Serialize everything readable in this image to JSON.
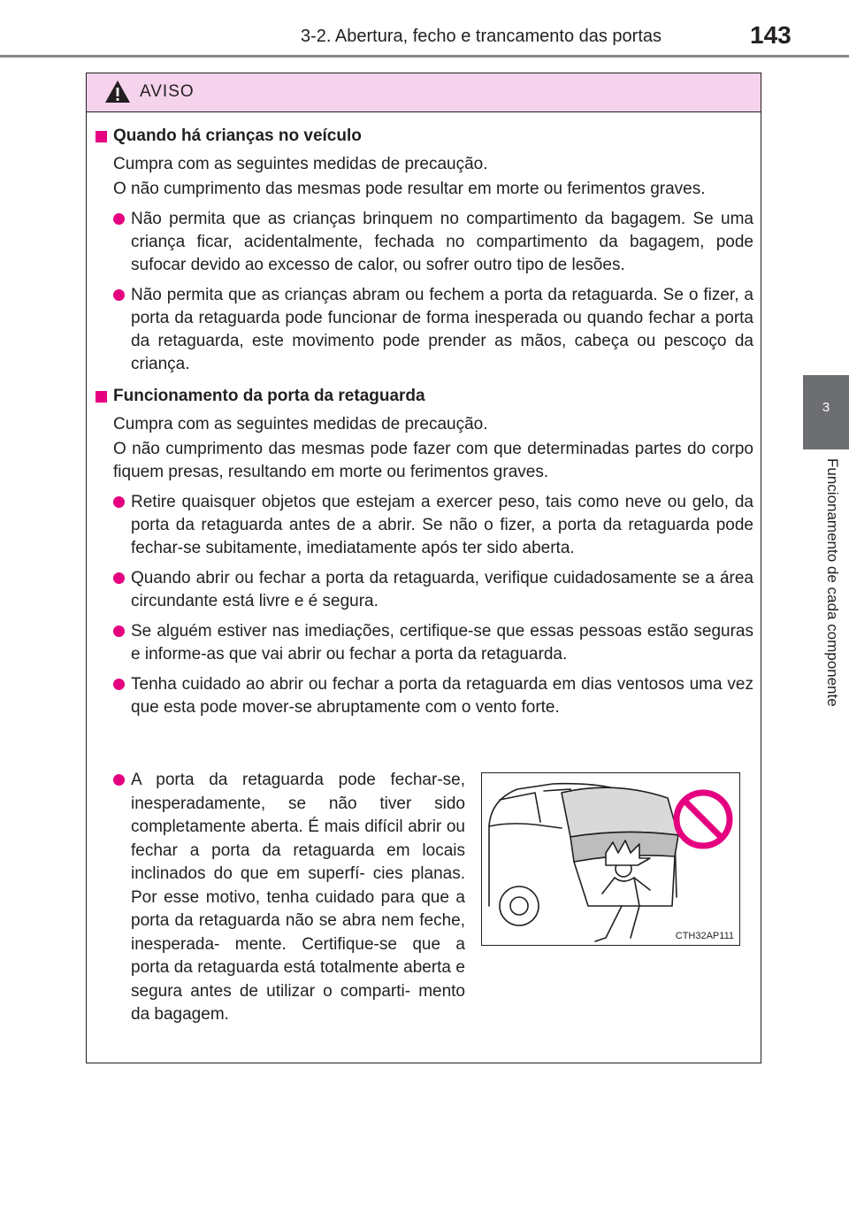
{
  "header": {
    "title": "3-2. Abertura, fecho e trancamento das portas",
    "page_number": "143"
  },
  "side_tab": {
    "chapter": "3",
    "label": "Funcionamento de cada componente"
  },
  "warning": {
    "label": "AVISO",
    "sections": [
      {
        "heading": "Quando há crianças no veículo",
        "intro": [
          "Cumpra com as seguintes medidas de precaução.",
          "O não cumprimento das mesmas pode resultar em morte ou ferimentos graves."
        ],
        "bullets": [
          "Não permita que as crianças brinquem no compartimento da bagagem. Se uma criança ficar, acidentalmente, fechada no compartimento da bagagem, pode sufocar devido ao excesso de calor, ou sofrer outro tipo de lesões.",
          "Não permita que as crianças abram ou fechem a porta da retaguarda. Se o fizer, a porta da retaguarda pode funcionar de forma inesperada ou quando fechar a porta da retaguarda, este movimento pode prender as mãos, cabeça ou pescoço da criança."
        ]
      },
      {
        "heading": "Funcionamento da porta da retaguarda",
        "intro": [
          "Cumpra com as seguintes medidas de precaução.",
          "O não cumprimento das mesmas pode fazer com que determinadas partes do corpo fiquem presas, resultando em morte ou ferimentos graves."
        ],
        "bullets": [
          "Retire quaisquer objetos que estejam a exercer peso, tais como neve ou gelo, da porta da retaguarda antes de a abrir. Se não o fizer, a porta da retaguarda pode fechar-se subitamente, imediatamente após ter sido aberta.",
          "Quando abrir ou fechar a porta da retaguarda, verifique cuidadosamente se a área circundante está livre e é segura.",
          "Se alguém estiver nas imediações, certifique-se que essas pessoas estão seguras e informe-as que vai abrir ou fechar a porta da retaguarda.",
          "Tenha cuidado ao abrir ou fechar a porta da retaguarda em dias ventosos uma vez que esta pode mover-se abruptamente com o vento forte."
        ],
        "last_bullet": "A porta da retaguarda pode fechar-se, inesperadamente, se não tiver sido completamente aberta. É mais difícil abrir ou fechar a porta da retaguarda em locais inclinados do que em superfí- cies planas. Por esse motivo, tenha cuidado para que a porta da retaguarda não se abra nem feche, inesperada- mente. Certifique-se que a porta da retaguarda está totalmente aberta e segura antes de utilizar o comparti- mento da bagagem."
      }
    ],
    "figure_code": "CTH32AP111"
  },
  "colors": {
    "accent": "#e4007f",
    "warning_header_bg": "#f6d3ec",
    "tab_bg": "#6d6e71"
  }
}
